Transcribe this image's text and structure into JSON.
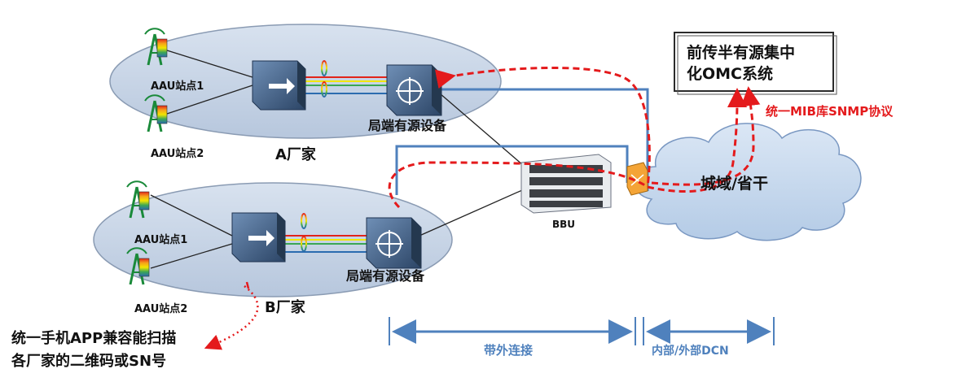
{
  "sites": {
    "a": {
      "aau1": "AAU站点1",
      "aau2": "AAU站点2",
      "device": "局端有源设备",
      "vendor": "A厂家"
    },
    "b": {
      "aau1": "AAU站点1",
      "aau2": "AAU站点2",
      "device": "局端有源设备",
      "vendor": "B厂家"
    }
  },
  "bbu_label": "BBU",
  "cloud_label": "城域/省干",
  "omc_box": {
    "line1": "前传半有源集中",
    "line2": "化OMC系统"
  },
  "snmp_label": "统一MIB库SNMP协议",
  "app_note": {
    "line1": "统一手机APP兼容能扫描",
    "line2": "各厂家的二维码或SN号"
  },
  "ranges": {
    "out_of_band": "带外连接",
    "dcn": "内部/外部DCN"
  },
  "colors": {
    "ellipse_fill": "#c9d6e8",
    "cloud_fill": "#c5d9f1",
    "link_blue": "#4f81bd",
    "dashed_red": "#e41a1c",
    "tower_green": "#1a8a3a",
    "device_dark": "#2f4a6b"
  }
}
